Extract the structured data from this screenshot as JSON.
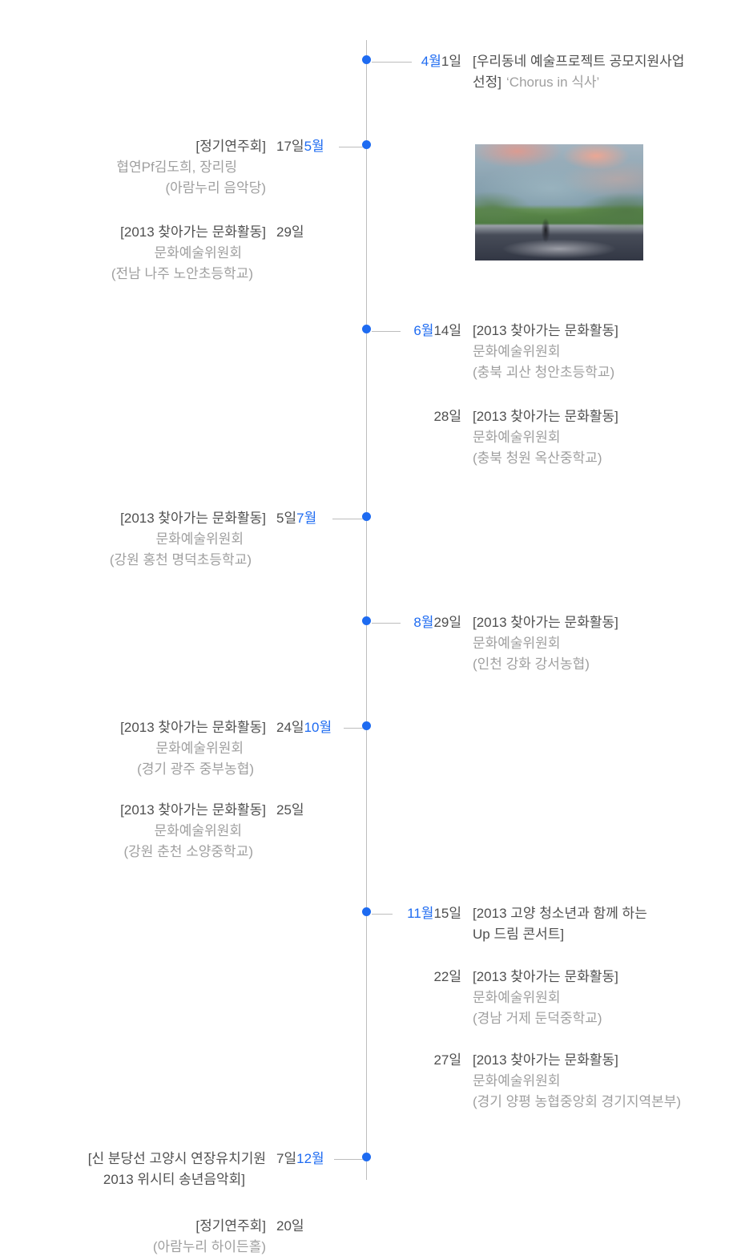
{
  "timeline": {
    "colors": {
      "accent": "#1e6bf1",
      "text_dark": "#4f4f4f",
      "text_light": "#9f9f9f",
      "line": "#bdbdbd"
    },
    "months": [
      {
        "label": "4월",
        "events": [
          {
            "day": "1일",
            "lines": [
              "[우리동네 예술프로젝트 공모지원사업",
              "선정]"
            ],
            "line2_light": "‘Chorus in 식사’"
          }
        ]
      },
      {
        "label": "5월",
        "events": [
          {
            "day": "17일",
            "title": "[정기연주회]",
            "subs": [
              "협연Pf김도희, 장리링",
              "(아람누리 음악당)"
            ]
          },
          {
            "day": "29일",
            "title": "[2013 찾아가는 문화활동]",
            "subs": [
              "문화예술위원회",
              "(전남 나주 노안초등학교)"
            ]
          }
        ]
      },
      {
        "label": "6월",
        "events": [
          {
            "day": "14일",
            "title": "[2013 찾아가는 문화활동]",
            "subs": [
              "문화예술위원회",
              "(충북 괴산 청안초등학교)"
            ]
          },
          {
            "day": "28일",
            "title": "[2013 찾아가는 문화활동]",
            "subs": [
              "문화예술위원회",
              "(충북 청원 옥산중학교)"
            ]
          }
        ]
      },
      {
        "label": "7월",
        "events": [
          {
            "day": "5일",
            "title": "[2013 찾아가는 문화활동]",
            "subs": [
              "문화예술위원회",
              "(강원 홍천 명덕초등학교)"
            ]
          }
        ]
      },
      {
        "label": "8월",
        "events": [
          {
            "day": "29일",
            "title": "[2013 찾아가는 문화활동]",
            "subs": [
              "문화예술위원회",
              "(인천 강화 강서농협)"
            ]
          }
        ]
      },
      {
        "label": "10월",
        "events": [
          {
            "day": "24일",
            "title": "[2013 찾아가는 문화활동]",
            "subs": [
              "문화예술위원회",
              "(경기 광주 중부농협)"
            ]
          },
          {
            "day": "25일",
            "title": "[2013 찾아가는 문화활동]",
            "subs": [
              "문화예술위원회",
              "(강원 춘천 소양중학교)"
            ]
          }
        ]
      },
      {
        "label": "11월",
        "events": [
          {
            "day": "15일",
            "lines": [
              "[2013 고양 청소년과 함께 하는",
              "Up 드림 콘서트]"
            ]
          },
          {
            "day": "22일",
            "title": "[2013 찾아가는 문화활동]",
            "subs": [
              "문화예술위원회",
              "(경남 거제 둔덕중학교)"
            ]
          },
          {
            "day": "27일",
            "title": "[2013 찾아가는 문화활동]",
            "subs": [
              "문화예술위원회",
              "(경기 양평 농협중앙회 경기지역본부)"
            ]
          }
        ]
      },
      {
        "label": "12월",
        "events": [
          {
            "day": "7일",
            "lines": [
              "[신 분당선 고양시 연장유치기원",
              "2013 위시티 송년음악회]"
            ]
          },
          {
            "day": "20일",
            "title": "[정기연주회]",
            "subs": [
              "(아람누리 하이든홀)"
            ]
          }
        ]
      }
    ]
  }
}
